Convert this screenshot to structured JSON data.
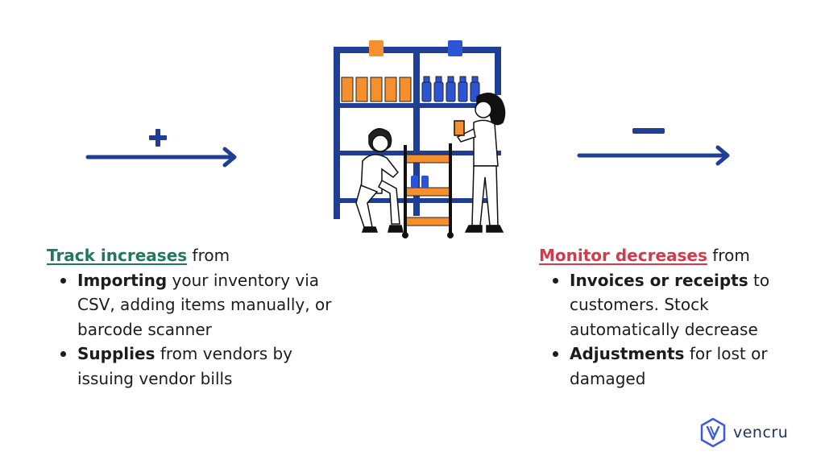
{
  "colors": {
    "arrow": "#1f3f96",
    "increase_accent": "#1f7a5a",
    "decrease_accent": "#d33a4a",
    "shelf": "#1f3f96",
    "orange": "#f5902c",
    "blue_jar": "#2b55d6",
    "logo": "#3b5bdb"
  },
  "icons": {
    "plus": "plus-icon",
    "minus": "minus-icon",
    "logo": "vencru-logo-icon"
  },
  "increase": {
    "heading_key": "Track increases",
    "heading_rest": " from",
    "items": [
      {
        "strong": "Importing",
        "text": " your inventory via CSV, adding items manually, or barcode scanner"
      },
      {
        "strong": "Supplies",
        "text": " from vendors by issuing vendor bills"
      }
    ]
  },
  "decrease": {
    "heading_key": "Monitor decreases",
    "heading_rest": " from",
    "items": [
      {
        "strong": "Invoices or receipts",
        "text": " to customers. Stock automatically decrease"
      },
      {
        "strong": "Adjustments",
        "text": " for lost or damaged"
      }
    ]
  },
  "logo": {
    "text": "vencru"
  }
}
